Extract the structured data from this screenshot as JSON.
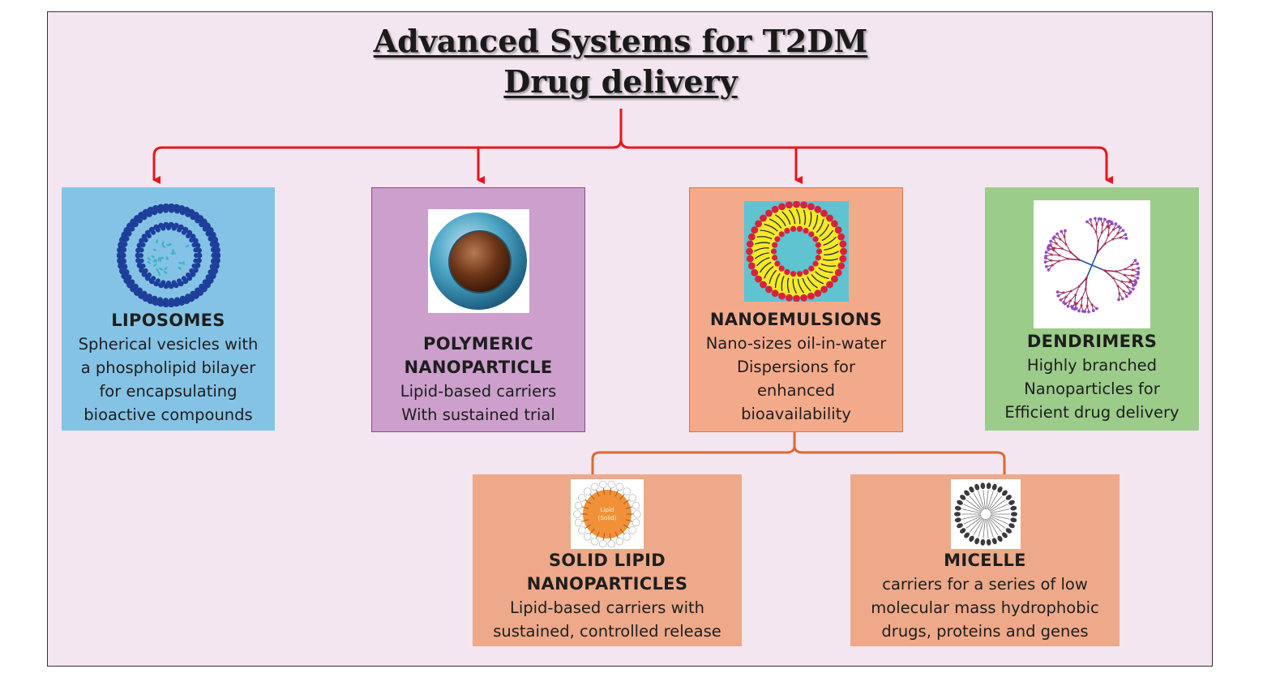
{
  "title": {
    "line1": "Advanced Systems for T2DM",
    "line2": "Drug delivery"
  },
  "colors": {
    "connector_main": "#e8151b",
    "connector_sub": "#d96a36",
    "liposomes_bg": "#85c3e6",
    "polymeric_bg": "#cc9fcc",
    "nanoemulsions_bg": "#f3aa8b",
    "dendrimers_bg": "#9bcc8a",
    "sub_box_bg": "#eda98a"
  },
  "nodes": {
    "liposomes": {
      "icon": "liposome-icon",
      "name": [
        "LIPOSOMES"
      ],
      "desc": [
        "Spherical vesicles with",
        "a phospholipid bilayer",
        "for encapsulating",
        "bioactive compounds"
      ]
    },
    "polymeric": {
      "icon": "polymeric-nanoparticle-icon",
      "name": [
        "POLYMERIC",
        "NANOPARTICLE"
      ],
      "desc": [
        "Lipid-based carriers",
        "With sustained trial"
      ]
    },
    "nanoemulsions": {
      "icon": "nanoemulsion-icon",
      "name": [
        "NANOEMULSIONS"
      ],
      "desc": [
        "Nano-sizes oil-in-water",
        "Dispersions for",
        "enhanced",
        "bioavailability"
      ]
    },
    "dendrimers": {
      "icon": "dendrimer-icon",
      "name": [
        "DENDRIMERS"
      ],
      "desc": [
        "Highly branched",
        "Nanoparticles for",
        "Efficient drug delivery"
      ]
    },
    "solid_lipid": {
      "icon": "solid-lipid-nanoparticle-icon",
      "icon_text": [
        "Lipid",
        "(Solid)"
      ],
      "name": [
        "SOLID LIPID",
        "NANOPARTICLES"
      ],
      "desc": [
        "Lipid-based carriers with",
        "sustained, controlled release"
      ]
    },
    "micelle": {
      "icon": "micelle-icon",
      "name": [
        "MICELLE"
      ],
      "desc": [
        "carriers for a series of low",
        "molecular mass hydrophobic",
        "drugs, proteins and genes"
      ]
    }
  }
}
